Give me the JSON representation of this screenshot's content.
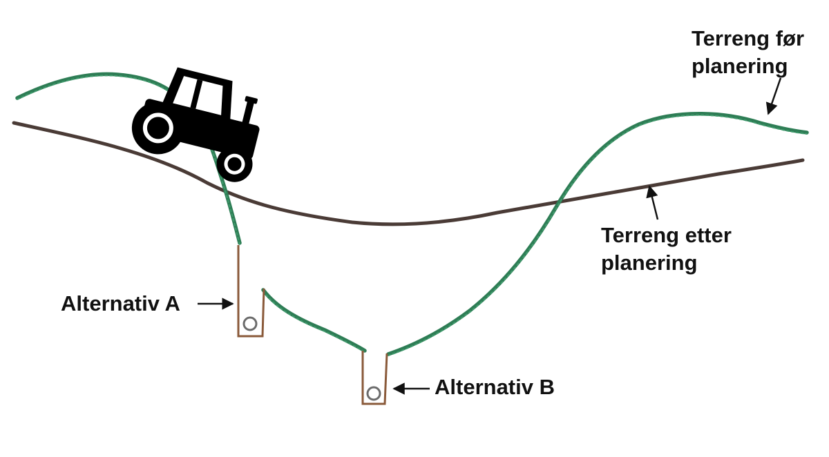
{
  "labels": {
    "terrain_before_line1": "Terreng før",
    "terrain_before_line2": "planering",
    "terrain_after_line1": "Terreng etter",
    "terrain_after_line2": "planering",
    "alternative_a": "Alternativ A",
    "alternative_b": "Alternativ B"
  },
  "icons": {
    "vehicle": "tractor-icon",
    "pipe": "drain-pipe-icon"
  },
  "colors": {
    "terrain_before": "#2e7d55",
    "terrain_after": "#4a3b36",
    "trench": "#8a5a3a",
    "tractor": "#000000",
    "pipe": "#6b6b6b",
    "arrow": "#111111"
  }
}
